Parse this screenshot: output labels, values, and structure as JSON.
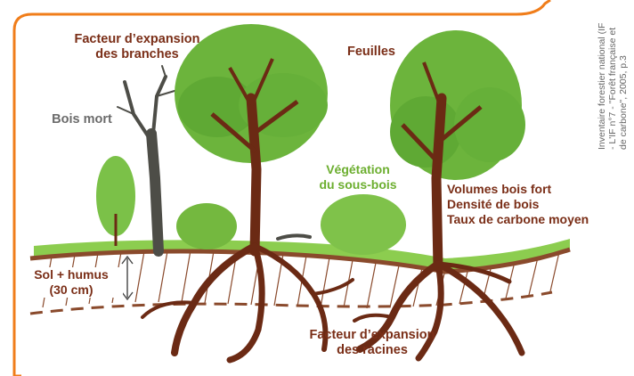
{
  "labels": {
    "facteur_branches_line1": "Facteur d’expansion",
    "facteur_branches_line2": "des branches",
    "feuilles": "Feuilles",
    "bois_mort": "Bois mort",
    "vegetation_line1": "Végétation",
    "vegetation_line2": "du sous-bois",
    "volumes_line1": "Volumes bois fort",
    "volumes_line2": "Densité de bois",
    "volumes_line3": "Taux de carbone moyen",
    "sol_line1": "Sol + humus",
    "sol_line2": "(30 cm)",
    "facteur_racines_line1": "Facteur d’expansion",
    "facteur_racines_line2": "des racines"
  },
  "credit": {
    "line1": "Inventaire forestier national (IF",
    "line2": "- L'IF n°7 - \"Forêt française et",
    "line3": "de carbone\", 2005, p.3"
  },
  "colors": {
    "frame": "#f07d1a",
    "label_brown": "#7a2e17",
    "label_grey": "#6b6b6b",
    "label_green": "#6cae2f",
    "foliage": "#6cb43c",
    "trunk": "#6b2a14",
    "soil_line": "#8a4a2c",
    "dead_wood": "#4d4d47"
  }
}
